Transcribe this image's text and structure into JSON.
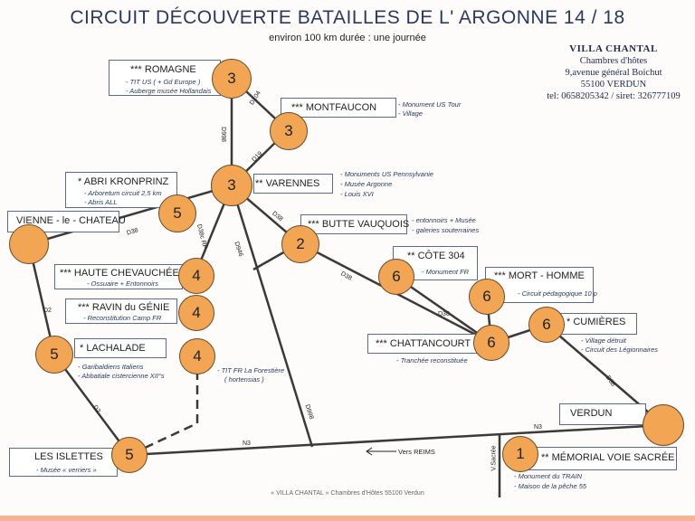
{
  "title": "CIRCUIT DÉCOUVERTE BATAILLES DE L' ARGONNE 14 / 18",
  "subtitle": "environ 100 km     durée :  une journée",
  "villa": {
    "name": "VILLA CHANTAL",
    "lines": [
      "Chambres d'hôtes",
      "9,avenue général Boichut",
      "55100 VERDUN",
      "tel: 0658205342 / siret: 326777109"
    ]
  },
  "places": {
    "romagne": {
      "label": "*** ROMAGNE",
      "number": "3",
      "notes": [
        "- TIT  US  ( + Gd Europe )",
        "- Auberge musée Hollandais"
      ]
    },
    "montfaucon": {
      "label": "*** MONTFAUCON",
      "number": "3",
      "notes": [
        "- Monument US Tour",
        "- Village"
      ]
    },
    "varennes": {
      "label": "** VARENNES",
      "number": "3",
      "notes": [
        "- Monuments US Pennsylvanie",
        "- Musée Argonne",
        "- Louis XVI"
      ]
    },
    "kronprinz": {
      "label": "* ABRI KRONPRINZ",
      "number": "5",
      "notes": [
        "- Arboretum circuit 2,5 km",
        "- Abris ALL"
      ]
    },
    "vienne": {
      "label": "VIENNE - le - CHATEAU",
      "number": ""
    },
    "vauquois": {
      "label": "*** BUTTE VAUQUOIS",
      "number": "2",
      "notes": [
        "- entonnoirs + Musée",
        "- galeries souterraines"
      ]
    },
    "cote304": {
      "label": "** CÔTE  304",
      "number": "6",
      "notes": [
        "- Monument FR"
      ]
    },
    "mortHomme": {
      "label": "*** MORT - HOMME",
      "number": "6",
      "notes": [
        "- Circuit pédagogique 10 p"
      ]
    },
    "hauteChevauchee": {
      "label": "*** HAUTE CHEVAUCHÉE",
      "number": "4",
      "notes": [
        "- Ossuaire + Entonnoirs"
      ]
    },
    "ravin": {
      "label": "*** RAVIN du GÉNIE",
      "number": "4",
      "notes": [
        "- Reconstitution Camp  FR"
      ]
    },
    "cumieres": {
      "label": "* CUMIÈRES",
      "number": "6",
      "notes": [
        "- Village détruit",
        "- Circuit  des  Légionnaires"
      ]
    },
    "chattancourt": {
      "label": "*** CHATTANCOURT",
      "number": "6",
      "notes": [
        "- Tranchée reconstituée"
      ]
    },
    "lachalade": {
      "label": "* LACHALADE",
      "number": "5",
      "notes": [
        "- Garibaldiens Italiens",
        "- Abbatiale cistercienne XII°s"
      ]
    },
    "foresti": {
      "number": "4",
      "notes": [
        "- TIT  FR  La Forestière",
        "( hortensias )"
      ]
    },
    "verdun": {
      "label": "VERDUN",
      "number": ""
    },
    "islettes": {
      "label": "LES ISLETTES",
      "number": "5",
      "notes": [
        "- Musée « verriers »"
      ]
    },
    "memorial": {
      "label": "** MÉMORIAL VOIE SACRÉE",
      "number": "1",
      "notes": [
        "- Monument du TRAIN",
        "- Maison de la pêche 55"
      ]
    }
  },
  "roads": {
    "d104": "D104",
    "d998a": "D998",
    "d19": "D19",
    "d38a": "D38",
    "d38c": "D38c RF",
    "d38b": "D38",
    "d946": "D946",
    "d38d": "D38",
    "d38e": "D38",
    "d2a": "D2",
    "d2b": "D2",
    "d998b": "D998",
    "d38f": "D38",
    "n3a": "N3",
    "n3b": "N3",
    "vsacree": "V.Sacrée",
    "reims": "Vers REIMS"
  },
  "footer": "« VILLA CHANTAL »  Chambres  d'Hôtes  55100  Verdun",
  "colors": {
    "circle_fill": "#f2a654",
    "title": "#2b3960",
    "bottom_bar": "#f3b593"
  }
}
